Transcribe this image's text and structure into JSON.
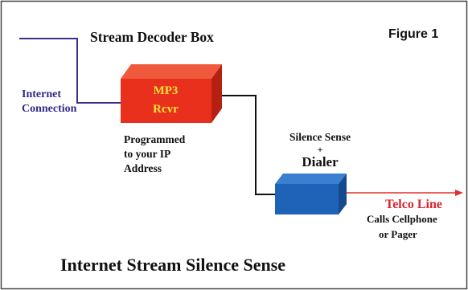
{
  "figure_label": "Figure 1",
  "decoder_box_title": "Stream Decoder Box",
  "internet_connection": [
    "Internet",
    "Connection"
  ],
  "mp3_box": {
    "line1": "MP3",
    "line2": "Rcvr"
  },
  "programmed_note": [
    "Programmed",
    "to your IP",
    "Address"
  ],
  "silence_sense": {
    "line1": "Silence Sense",
    "plus": "+",
    "line2": "Dialer"
  },
  "telco_line": "Telco Line",
  "calls_note": [
    "Calls Cellphone",
    "or Pager"
  ],
  "bottom_title": "Internet Stream Silence Sense",
  "colors": {
    "frame": "#444444",
    "internet_line": "#3f2e8a",
    "internet_text": "#2f2a8c",
    "mp3_front": "#e8301c",
    "mp3_top": "#f05a3c",
    "mp3_side": "#b52012",
    "mp3_text": "#f2e23a",
    "dialer_front": "#1f63b8",
    "dialer_top": "#3b7fd0",
    "dialer_side": "#154a8e",
    "connector": "#111111",
    "telco_line": "#e0302a",
    "telco_text": "#d9232a",
    "text": "#111111"
  }
}
